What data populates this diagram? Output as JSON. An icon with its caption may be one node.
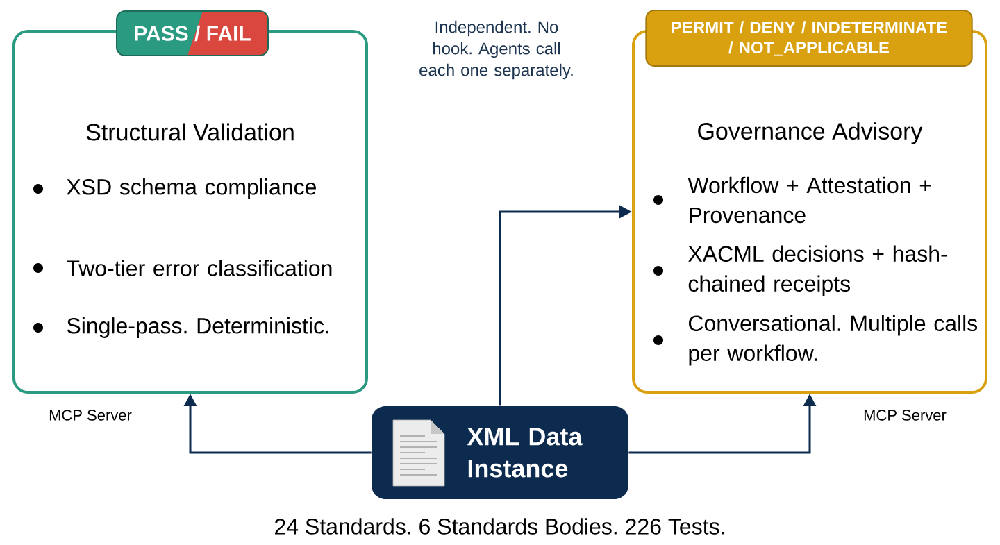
{
  "diagram": {
    "nodes": [
      {
        "text": [
          "Structural Validation",
          "XSD schema compliance",
          "Two-tier error classification",
          "Single-pass. Deterministic."
        ]
      },
      {
        "text": [
          "PASS / FAIL"
        ]
      },
      {
        "text": [
          "Governance Advisory",
          "Workflow + Attestation + Provenance",
          "XACML decisions + hash-chained receipts",
          "Conversational. Multiple calls per workflow."
        ]
      },
      {
        "text": [
          "PERMIT / DENY / INDETERMINATE / NOT_APPLICABLE"
        ]
      },
      {
        "text": [
          "XML Data Instance"
        ]
      }
    ],
    "edges": [
      {
        "from": 4,
        "to": 0,
        "arrow": "to"
      },
      {
        "from": 4,
        "to": 2,
        "arrow": "to"
      },
      {
        "from": 4,
        "to": 2,
        "arrow": "to"
      }
    ],
    "labels": [
      "Independent. No hook. Agents call each one separately.",
      "MCP Server",
      "MCP Server",
      "24 Standards. 6 Standards Bodies. 226 Tests."
    ]
  }
}
